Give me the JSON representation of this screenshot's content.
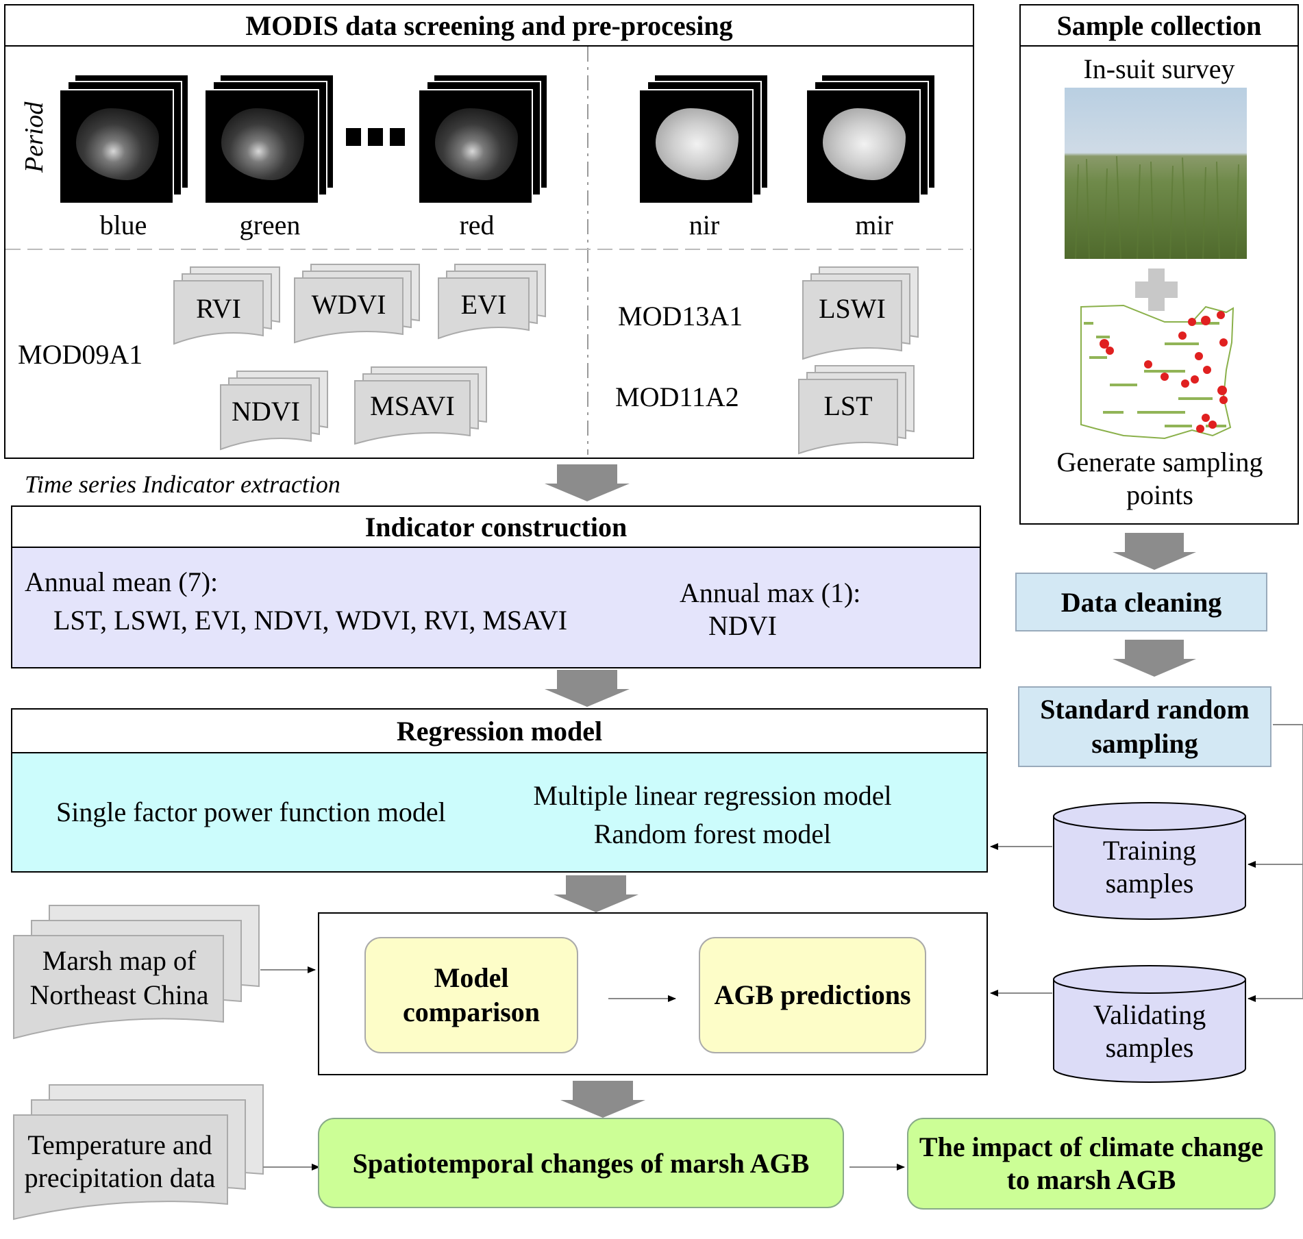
{
  "modis": {
    "title": "MODIS data screening and pre-procesing",
    "period_label": "Period",
    "bands": [
      "blue",
      "green",
      "red",
      "nir",
      "mir"
    ],
    "mod09_label": "MOD09A1",
    "mod09_indices": [
      "RVI",
      "WDVI",
      "EVI",
      "NDVI",
      "MSAVI"
    ],
    "mod13_label": "MOD13A1",
    "mod13_index": "LSWI",
    "mod11_label": "MOD11A2",
    "mod11_index": "LST"
  },
  "sample": {
    "title": "Sample collection",
    "survey_label": "In-suit survey",
    "generate_label": "Generate sampling points"
  },
  "extraction_label": "Time series Indicator extraction",
  "indicator": {
    "title": "Indicator construction",
    "mean_title": "Annual mean (7):",
    "mean_list": "LST, LSWI, EVI, NDVI, WDVI, RVI, MSAVI",
    "max_title": "Annual max (1):",
    "max_list": "NDVI"
  },
  "cleaning": "Data cleaning",
  "random_sampling": "Standard random sampling",
  "regression": {
    "title": "Regression model",
    "single": "Single factor power function model",
    "multiple": "Multiple linear regression model",
    "rf": "Random forest model"
  },
  "training": "Training samples",
  "validating": "Validating samples",
  "marsh_map": "Marsh map of Northeast China",
  "model_comparison": "Model comparison",
  "agb_predictions": "AGB predictions",
  "temp_data": "Temperature and precipitation data",
  "spatiotemporal": "Spatiotemporal changes of marsh AGB",
  "impact": "The impact of climate change to marsh AGB",
  "colors": {
    "indicator_bg": "#e4e4fb",
    "regression_bg": "#ccfcfc",
    "yellow_box": "#fdfdc8",
    "green_box": "#ccfe96",
    "blue_box": "#d3e8f4",
    "cylinder": "#dcdcf7",
    "doc_gray": "#d9d9d9",
    "arrow_gray": "#8c8c8c"
  }
}
